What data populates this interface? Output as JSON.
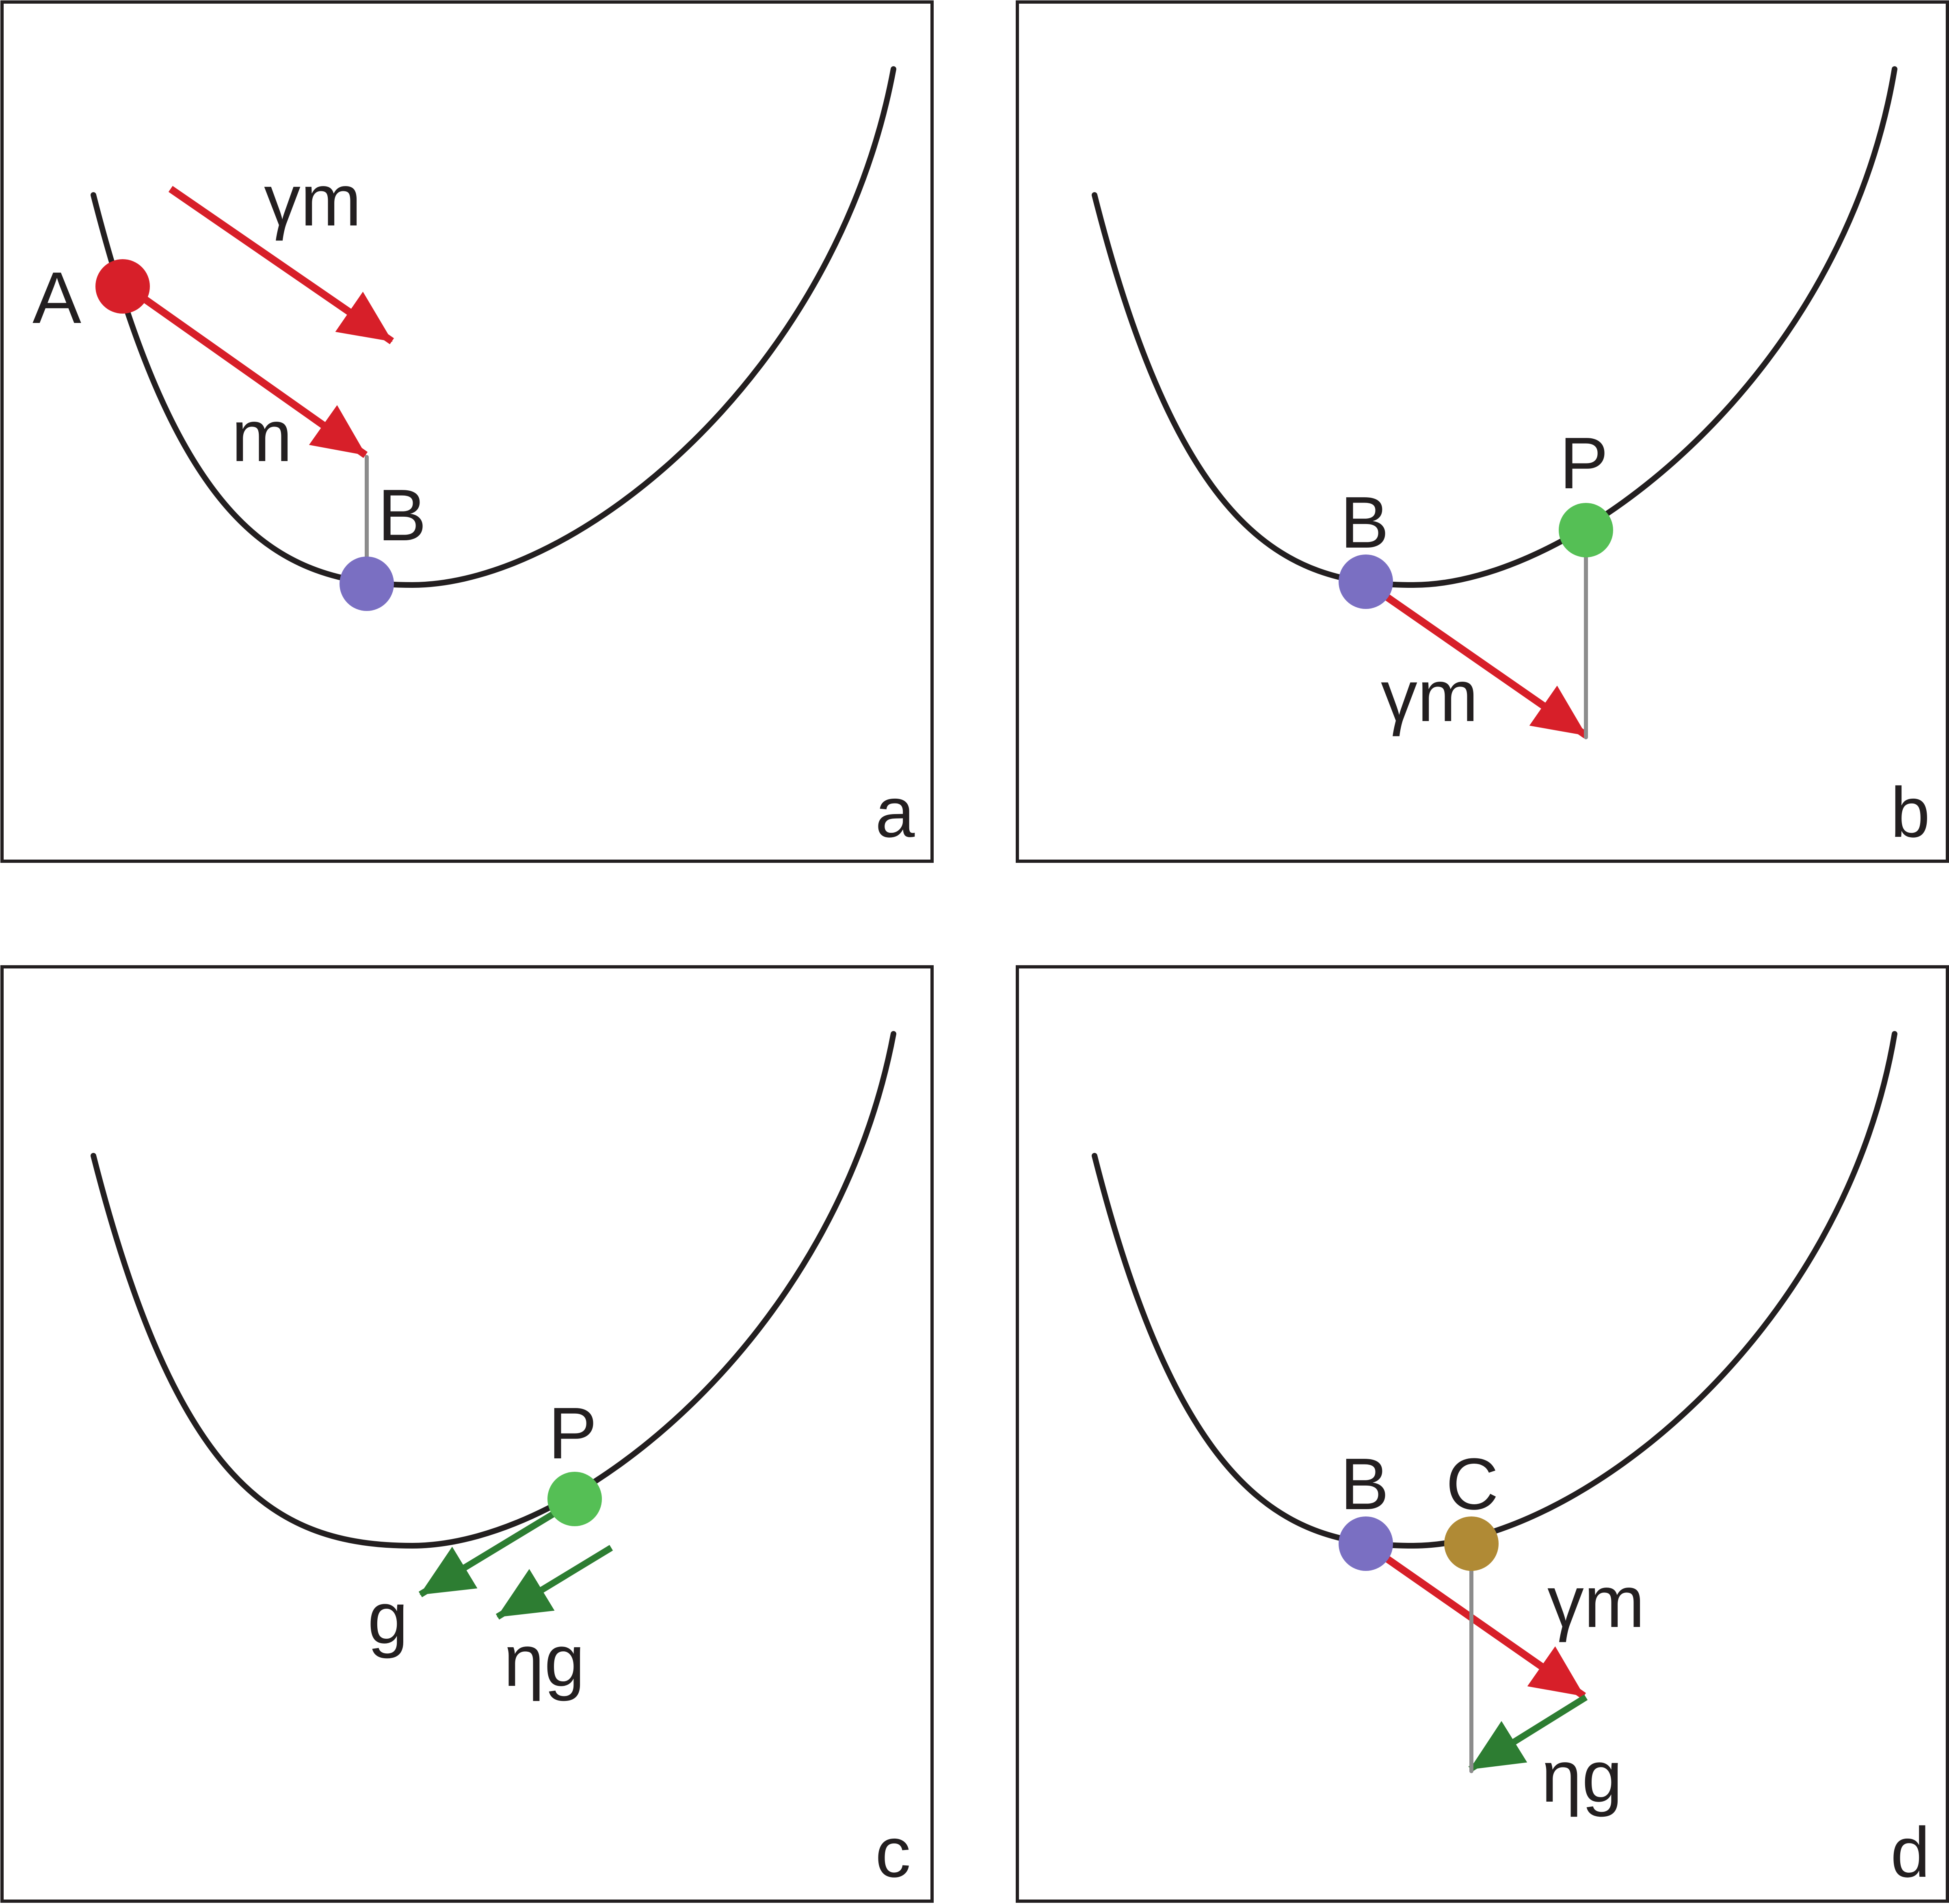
{
  "colors": {
    "momentum": "#d71f29",
    "gradient": "#2d7d32",
    "point_a": "#d71f29",
    "point_b": "#7a6fc2",
    "point_p": "#55bf55",
    "point_c": "#b08a35",
    "guide": "#8c8c8c",
    "ink": "#231f20"
  },
  "panels": [
    {
      "label": "a",
      "vectors": [
        "γm",
        "m"
      ],
      "points": [
        "A",
        "B"
      ]
    },
    {
      "label": "b",
      "vectors": [
        "γm"
      ],
      "points": [
        "B",
        "P"
      ]
    },
    {
      "label": "c",
      "vectors": [
        "g",
        "ηg"
      ],
      "points": [
        "P"
      ]
    },
    {
      "label": "d",
      "vectors": [
        "γm",
        "ηg"
      ],
      "points": [
        "B",
        "C"
      ]
    }
  ]
}
